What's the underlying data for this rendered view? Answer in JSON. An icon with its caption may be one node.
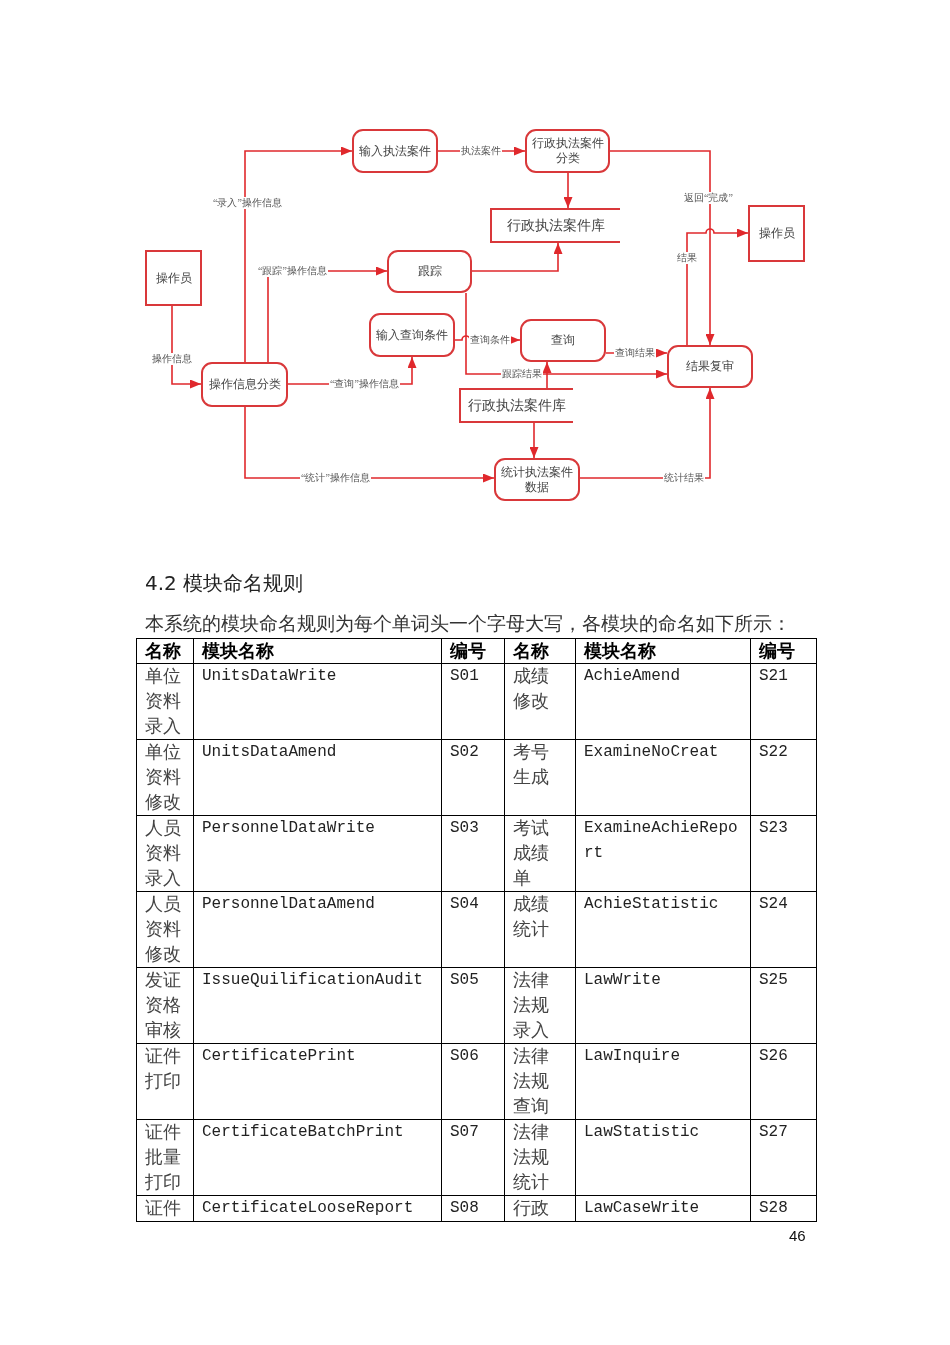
{
  "diagram": {
    "nodes": [
      {
        "text": [
          "操作员"
        ]
      },
      {
        "text": [
          "操作信息分类"
        ]
      },
      {
        "text": [
          "输入执法案件"
        ]
      },
      {
        "text": [
          "行政执法案件分类"
        ]
      },
      {
        "text": [
          "行政执法案件库"
        ]
      },
      {
        "text": [
          "跟踪"
        ]
      },
      {
        "text": [
          "输入查询条件"
        ]
      },
      {
        "text": [
          "查询"
        ]
      },
      {
        "text": [
          "结果复审"
        ]
      },
      {
        "text": [
          "操作员"
        ]
      },
      {
        "text": [
          "行政执法案件库"
        ]
      },
      {
        "text": [
          "统计执法案件数据"
        ]
      }
    ],
    "edges": [
      {
        "from": 0,
        "to": 1,
        "arrow": "to",
        "label": "操作信息"
      },
      {
        "from": 1,
        "to": 2,
        "arrow": "to",
        "label": "“录入”操作信息"
      },
      {
        "from": 1,
        "to": 5,
        "arrow": "to",
        "label": "“跟踪”操作信息"
      },
      {
        "from": 1,
        "to": 6,
        "arrow": "to",
        "label": "“查询”操作信息"
      },
      {
        "from": 1,
        "to": 11,
        "arrow": "to",
        "label": "“统计”操作信息"
      },
      {
        "from": 2,
        "to": 3,
        "arrow": "to",
        "label": "执法案件"
      },
      {
        "from": 3,
        "to": 4,
        "arrow": "to"
      },
      {
        "from": 5,
        "to": 4,
        "arrow": "to"
      },
      {
        "from": 5,
        "to": 8,
        "arrow": "to",
        "label": "跟踪结果"
      },
      {
        "from": 6,
        "to": 7,
        "arrow": "to",
        "label": "查询条件"
      },
      {
        "from": 10,
        "to": 7,
        "arrow": "to"
      },
      {
        "from": 7,
        "to": 8,
        "arrow": "to",
        "label": "查询结果"
      },
      {
        "from": 10,
        "to": 11,
        "arrow": "to"
      },
      {
        "from": 11,
        "to": 8,
        "arrow": "to",
        "label": "统计结果"
      },
      {
        "from": 3,
        "to": 8,
        "arrow": "to",
        "label": "返回“完成”"
      },
      {
        "from": 8,
        "to": 9,
        "arrow": "to",
        "label": "结果"
      }
    ],
    "labels": [
      "4.2 模块命名规则",
      "本系统的模块命名规则为每个单词头一个字母大写，各模块的命名如下所示：",
      "名称",
      "模块名称",
      "编号",
      "名称",
      "模块名称",
      "编号",
      "单位资料录入",
      "UnitsDataWrite",
      "S01",
      "成绩修改",
      "AchieAmend",
      "S21",
      "单位资料修改",
      "UnitsDataAmend",
      "S02",
      "考号生成",
      "ExamineNoCreat",
      "S22",
      "人员资料录入",
      "PersonnelDataWrite",
      "S03",
      "考试成绩单",
      "ExamineAchieReport",
      "S23",
      "人员资料修改",
      "PersonnelDataAmend",
      "S04",
      "成绩统计",
      "AchieStatistic",
      "S24",
      "发证资格审核",
      "IssueQuilificationAudit",
      "S05",
      "法律法规录入",
      "LawWrite",
      "S25",
      "证件打印",
      "CertificatePrint",
      "S06",
      "法律法规查询",
      "LawInquire",
      "S26",
      "证件批量打印",
      "CertificateBatchPrint",
      "S07",
      "法律法规统计",
      "LawStatistic",
      "S27",
      "证件",
      "CertificateLooseReport",
      "S08",
      "行政",
      "LawCaseWrite",
      "S28",
      "46"
    ]
  }
}
